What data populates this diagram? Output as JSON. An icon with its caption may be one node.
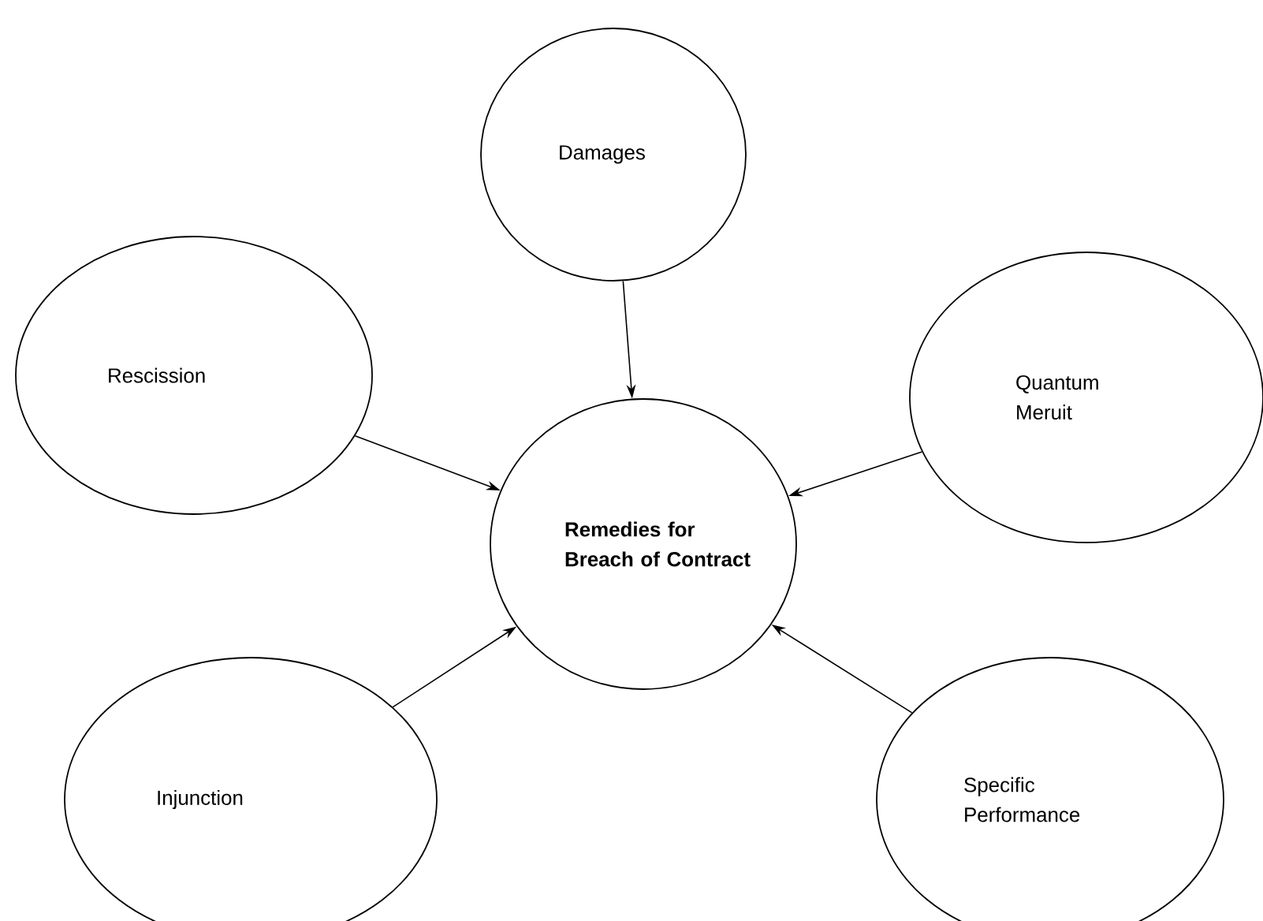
{
  "diagram": {
    "nodes": [
      {
        "text": [
          "Damages"
        ]
      },
      {
        "text": [
          "Rescission"
        ]
      },
      {
        "text": [
          "Quantum Meruit"
        ]
      },
      {
        "text": [
          "Remedies for Breach of Contract"
        ]
      },
      {
        "text": [
          "Injunction"
        ]
      },
      {
        "text": [
          "Specific Performance"
        ]
      }
    ],
    "edges": [
      {
        "from": 0,
        "to": 3,
        "arrow": "to"
      },
      {
        "from": 1,
        "to": 3,
        "arrow": "to"
      },
      {
        "from": 2,
        "to": 3,
        "arrow": "to"
      },
      {
        "from": 4,
        "to": 3,
        "arrow": "to"
      },
      {
        "from": 5,
        "to": 3,
        "arrow": "to"
      }
    ]
  }
}
